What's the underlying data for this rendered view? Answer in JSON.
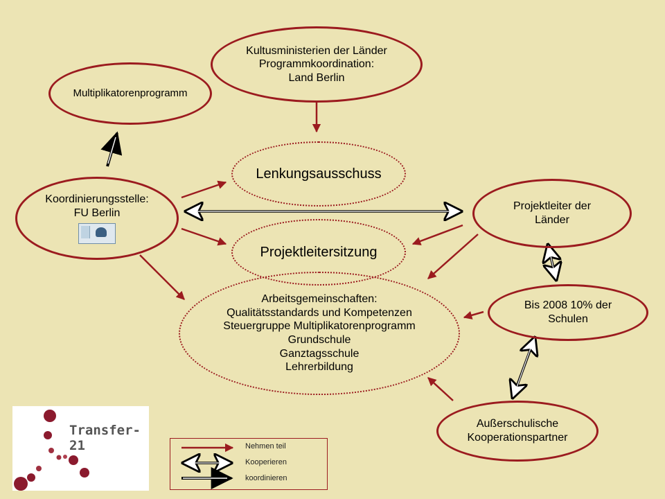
{
  "nodes": {
    "kultus": [
      "Kultusministerien der Länder",
      "Programmkoordination:",
      "Land Berlin"
    ],
    "multiplikator": "Multiplikatorenprogramm",
    "koordinierung": [
      "Koordinierungsstelle:",
      "FU Berlin"
    ],
    "lenkung": "Lenkungsausschuss",
    "projektleitersitzung": "Projektleitersitzung",
    "projektleiter": [
      "Projektleiter der",
      "Länder"
    ],
    "arbeitsgemeinschaften": [
      "Arbeitsgemeinschaften:",
      "Qualitätsstandards und Kompetenzen",
      "Steuergruppe Multiplikatorenprogramm",
      "Grundschule",
      "Ganztagsschule",
      "Lehrerbildung"
    ],
    "schulen": [
      "Bis 2008 10% der",
      "Schulen"
    ],
    "ausserschulisch": [
      "Außerschulische",
      "Kooperationspartner"
    ]
  },
  "legend": {
    "items": [
      {
        "label": "Nehmen teil",
        "icon": "solid-arrow-icon"
      },
      {
        "label": "Kooperieren",
        "icon": "double-headed-arrow-icon"
      },
      {
        "label": "koordinieren",
        "icon": "double-line-arrow-icon"
      }
    ]
  },
  "logo": {
    "text": "Transfer-21"
  },
  "colors": {
    "background": "#ece4b4",
    "accent": "#9b1b1f",
    "logo_dots": "#8b1a2e"
  }
}
